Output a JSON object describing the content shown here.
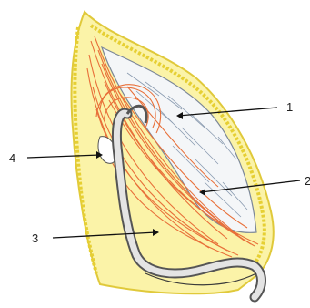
{
  "labels": {
    "l1": "1",
    "l2": "2",
    "l3": "3",
    "l4": "4"
  },
  "colors": {
    "fat_yellow": "#f2e04a",
    "fat_fill": "#fbf3a8",
    "muscle_orange": "#e8703a",
    "fascia_grey": "#8a9bb0",
    "tube_grey": "#6e6e6e",
    "outline": "#3a3a3a"
  }
}
